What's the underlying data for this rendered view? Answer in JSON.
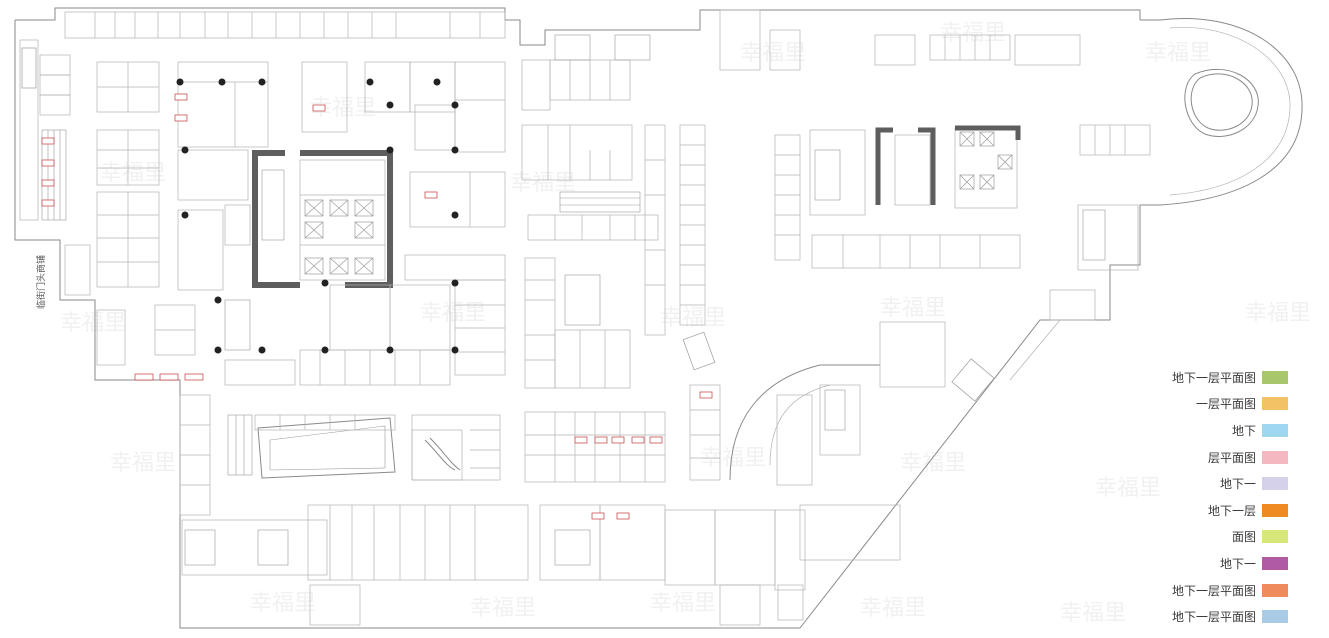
{
  "legend": [
    {
      "label": "地下一层平面图",
      "color": "#a7c76a"
    },
    {
      "label": "一层平面图",
      "color": "#f2c265"
    },
    {
      "label": "地下",
      "color": "#9fd6f0"
    },
    {
      "label": "层平面图",
      "color": "#f4b9c0"
    },
    {
      "label": "地下一",
      "color": "#d5d1ea"
    },
    {
      "label": "地下一层",
      "color": "#ee8a22"
    },
    {
      "label": "面图",
      "color": "#d8e77a"
    },
    {
      "label": "地下一",
      "color": "#b05aa4"
    },
    {
      "label": "地下一层平面图",
      "color": "#ef8a5a"
    },
    {
      "label": "地下一层平面图",
      "color": "#a9cbe6"
    }
  ],
  "side_label": "临街门头商铺",
  "watermark_text": "幸福里",
  "colors": {
    "walls": "#8a8a8a",
    "heavy_walls": "#5e5e5e",
    "columns": "#222222",
    "marker_red": "#c43838"
  }
}
